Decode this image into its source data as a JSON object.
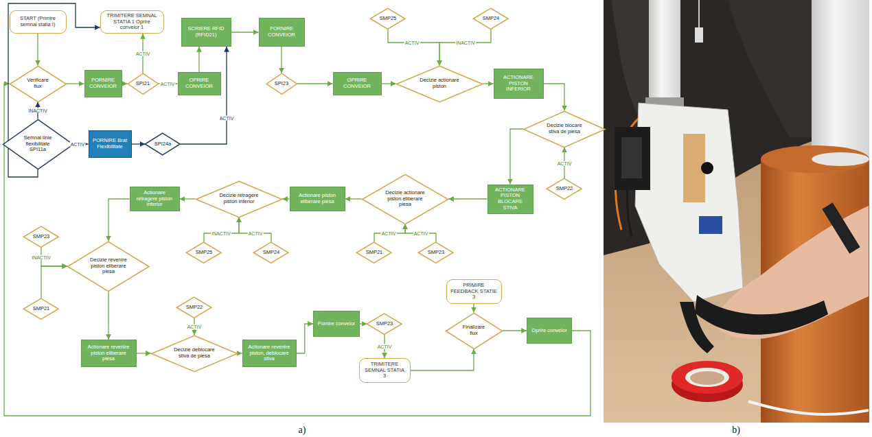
{
  "diagram": {
    "nodes": [
      {
        "text": [
          "START (Primire semnal statia I)"
        ]
      },
      {
        "text": [
          "TRIMITERE SEMNAL STATIA 1 Oprire conveior 1"
        ]
      },
      {
        "text": [
          "Verificare flux"
        ]
      },
      {
        "text": [
          "PORNIRE CONVEIOR"
        ]
      },
      {
        "text": [
          "SPI21"
        ]
      },
      {
        "text": [
          "OPRIRE CONVEIOR"
        ]
      },
      {
        "text": [
          "SCRIERE RFID (RFID21)"
        ]
      },
      {
        "text": [
          "PORNIRE CONVEIOR"
        ]
      },
      {
        "text": [
          "SPI23"
        ]
      },
      {
        "text": [
          "OPRIRE CONVEIOR"
        ]
      },
      {
        "text": [
          "SMP25"
        ]
      },
      {
        "text": [
          "SMP24"
        ]
      },
      {
        "text": [
          "Decizie actionare piston"
        ]
      },
      {
        "text": [
          "ACTIONARE PISTON INFERIOR"
        ]
      },
      {
        "text": [
          "Decizie blocare stiva de piesa"
        ]
      },
      {
        "text": [
          "SMP22"
        ]
      },
      {
        "text": [
          "ACTIONARE PISTON BLOCARE STIVA"
        ]
      },
      {
        "text": [
          "Decizie actionare piston eliberare piesa"
        ]
      },
      {
        "text": [
          "SMP21"
        ]
      },
      {
        "text": [
          "SMP23"
        ]
      },
      {
        "text": [
          "Actionare piston eliberare piesa"
        ]
      },
      {
        "text": [
          "Decizie retragere piston inferior"
        ]
      },
      {
        "text": [
          "SMP25"
        ]
      },
      {
        "text": [
          "SMP24"
        ]
      },
      {
        "text": [
          "Actionare retragere piston inferior"
        ]
      },
      {
        "text": [
          "SMP23"
        ]
      },
      {
        "text": [
          "Decizie revenire piston eliberare piesa"
        ]
      },
      {
        "text": [
          "SMP21"
        ]
      },
      {
        "text": [
          "Actionare revenire piston eliberare piesa"
        ]
      },
      {
        "text": [
          "SMP22"
        ]
      },
      {
        "text": [
          "Decizie deblocare stiva de piesa"
        ]
      },
      {
        "text": [
          "Actionare revenire piston, deblocare stiva"
        ]
      },
      {
        "text": [
          "Pornire conveior"
        ]
      },
      {
        "text": [
          "SMP23"
        ]
      },
      {
        "text": [
          "TRIMITERE SEMNAL STATIA 3"
        ]
      },
      {
        "text": [
          "PRIMIRE FEEDBACK STATIE 3"
        ]
      },
      {
        "text": [
          "Finalizare flux"
        ]
      },
      {
        "text": [
          "Oprire conveior"
        ]
      },
      {
        "text": [
          "Semnal linie flexibilitate SPI11a"
        ]
      },
      {
        "text": [
          "PORNIRE Brat Flexibilitate"
        ]
      },
      {
        "text": [
          "SPI24a"
        ]
      }
    ],
    "edges": [
      {
        "from": 0,
        "to": 2,
        "arrow": "to"
      },
      {
        "from": 2,
        "to": 3,
        "arrow": "to"
      },
      {
        "from": 3,
        "to": 4,
        "arrow": "to"
      },
      {
        "from": 4,
        "to": 5,
        "label": "ACTIV",
        "arrow": "to"
      },
      {
        "from": 4,
        "to": 1,
        "label": "ACTIV",
        "arrow": "to"
      },
      {
        "from": 5,
        "to": 6,
        "arrow": "to"
      },
      {
        "from": 6,
        "to": 7,
        "arrow": "to"
      },
      {
        "from": 7,
        "to": 8,
        "arrow": "to"
      },
      {
        "from": 8,
        "to": 9,
        "arrow": "to"
      },
      {
        "from": 9,
        "to": 12,
        "arrow": "to"
      },
      {
        "from": 10,
        "to": 12,
        "label": "ACTIV",
        "arrow": "to"
      },
      {
        "from": 11,
        "to": 12,
        "label": "INACTIV",
        "arrow": "to"
      },
      {
        "from": 12,
        "to": 13,
        "arrow": "to"
      },
      {
        "from": 13,
        "to": 14,
        "arrow": "to"
      },
      {
        "from": 15,
        "to": 14,
        "label": "ACTIV",
        "arrow": "to"
      },
      {
        "from": 14,
        "to": 16,
        "arrow": "to"
      },
      {
        "from": 16,
        "to": 17,
        "arrow": "to"
      },
      {
        "from": 18,
        "to": 17,
        "label": "ACTIV",
        "arrow": "to"
      },
      {
        "from": 19,
        "to": 17,
        "label": "ACTIV",
        "arrow": "to"
      },
      {
        "from": 17,
        "to": 20,
        "arrow": "to"
      },
      {
        "from": 20,
        "to": 21,
        "arrow": "to"
      },
      {
        "from": 22,
        "to": 21,
        "label": "INACTIV",
        "arrow": "to"
      },
      {
        "from": 23,
        "to": 21,
        "label": "ACTIV",
        "arrow": "to"
      },
      {
        "from": 21,
        "to": 24,
        "arrow": "to"
      },
      {
        "from": 24,
        "to": 26,
        "arrow": "to"
      },
      {
        "from": 25,
        "to": 26,
        "label": "INACTIV",
        "arrow": "to"
      },
      {
        "from": 27,
        "to": 26,
        "arrow": "to"
      },
      {
        "from": 26,
        "to": 28,
        "arrow": "to"
      },
      {
        "from": 28,
        "to": 30,
        "arrow": "to"
      },
      {
        "from": 29,
        "to": 30,
        "label": "ACTIV",
        "arrow": "to"
      },
      {
        "from": 30,
        "to": 31,
        "arrow": "to"
      },
      {
        "from": 31,
        "to": 32,
        "arrow": "to"
      },
      {
        "from": 32,
        "to": 33,
        "arrow": "to"
      },
      {
        "from": 33,
        "to": 34,
        "label": "ACTIV",
        "arrow": "to"
      },
      {
        "from": 34,
        "to": 36,
        "arrow": "to"
      },
      {
        "from": 35,
        "to": 36,
        "arrow": "to"
      },
      {
        "from": 36,
        "to": 37,
        "arrow": "to"
      },
      {
        "from": 37,
        "to": 2,
        "arrow": "to"
      },
      {
        "from": 38,
        "to": 2,
        "label": "INACTIV",
        "arrow": "to"
      },
      {
        "from": 38,
        "to": 39,
        "label": "ACTIV",
        "arrow": "to"
      },
      {
        "from": 39,
        "to": 40,
        "arrow": "to"
      },
      {
        "from": 40,
        "to": 6,
        "label": "ACTIV",
        "arrow": "to"
      },
      {
        "from": 38,
        "to": 1,
        "arrow": "to"
      }
    ],
    "labels": [
      "a)",
      "b)"
    ]
  }
}
